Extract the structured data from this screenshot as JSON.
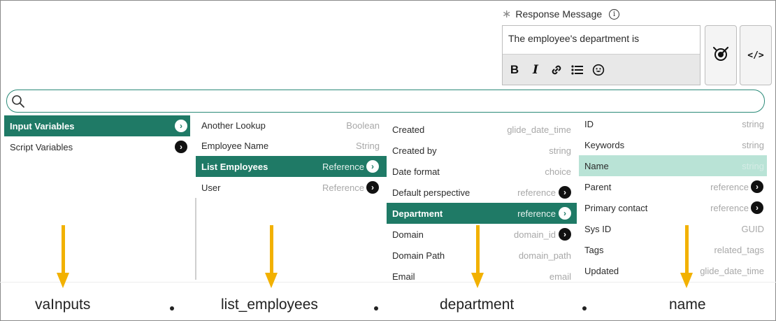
{
  "response": {
    "required_mark": "∗",
    "label": "Response Message",
    "info_glyph": "i",
    "text": "The employee's department is"
  },
  "toolbar": {
    "bold": "B",
    "italic": "I",
    "link_icon": "link-icon",
    "list_icon": "list-icon",
    "emoji_icon": "smiley-icon"
  },
  "side_buttons": [
    "data-pill-picker-icon",
    "code-icon"
  ],
  "code_glyph": "</>",
  "columns": {
    "col1": [
      {
        "label": "Input Variables",
        "type": "",
        "selected": true
      },
      {
        "label": "Script Variables",
        "type": "",
        "selected": false
      }
    ],
    "col2": [
      {
        "label": "Another Lookup",
        "type": "Boolean"
      },
      {
        "label": "Employee Name",
        "type": "String"
      },
      {
        "label": "List Employees",
        "type": "Reference",
        "selected": true
      },
      {
        "label": "User",
        "type": "Reference"
      }
    ],
    "col3": [
      {
        "label": "Created",
        "type": "glide_date_time"
      },
      {
        "label": "Created by",
        "type": "string"
      },
      {
        "label": "Date format",
        "type": "choice"
      },
      {
        "label": "Default perspective",
        "type": "reference"
      },
      {
        "label": "Department",
        "type": "reference",
        "selected": true
      },
      {
        "label": "Domain",
        "type": "domain_id"
      },
      {
        "label": "Domain Path",
        "type": "domain_path"
      },
      {
        "label": "Email",
        "type": "email"
      }
    ],
    "col4": [
      {
        "label": "ID",
        "type": "string"
      },
      {
        "label": "Keywords",
        "type": "string"
      },
      {
        "label": "Name",
        "type": "string",
        "highlighted": true
      },
      {
        "label": "Parent",
        "type": "reference"
      },
      {
        "label": "Primary contact",
        "type": "reference"
      },
      {
        "label": "Sys ID",
        "type": "GUID"
      },
      {
        "label": "Tags",
        "type": "related_tags"
      },
      {
        "label": "Updated",
        "type": "glide_date_time"
      }
    ]
  },
  "path": {
    "p1": "vaInputs",
    "p2": "list_employees",
    "p3": "department",
    "p4": "name"
  },
  "colors": {
    "accent": "#1f7a66",
    "highlight": "#b9e3d6",
    "arrow": "#f2b100"
  }
}
